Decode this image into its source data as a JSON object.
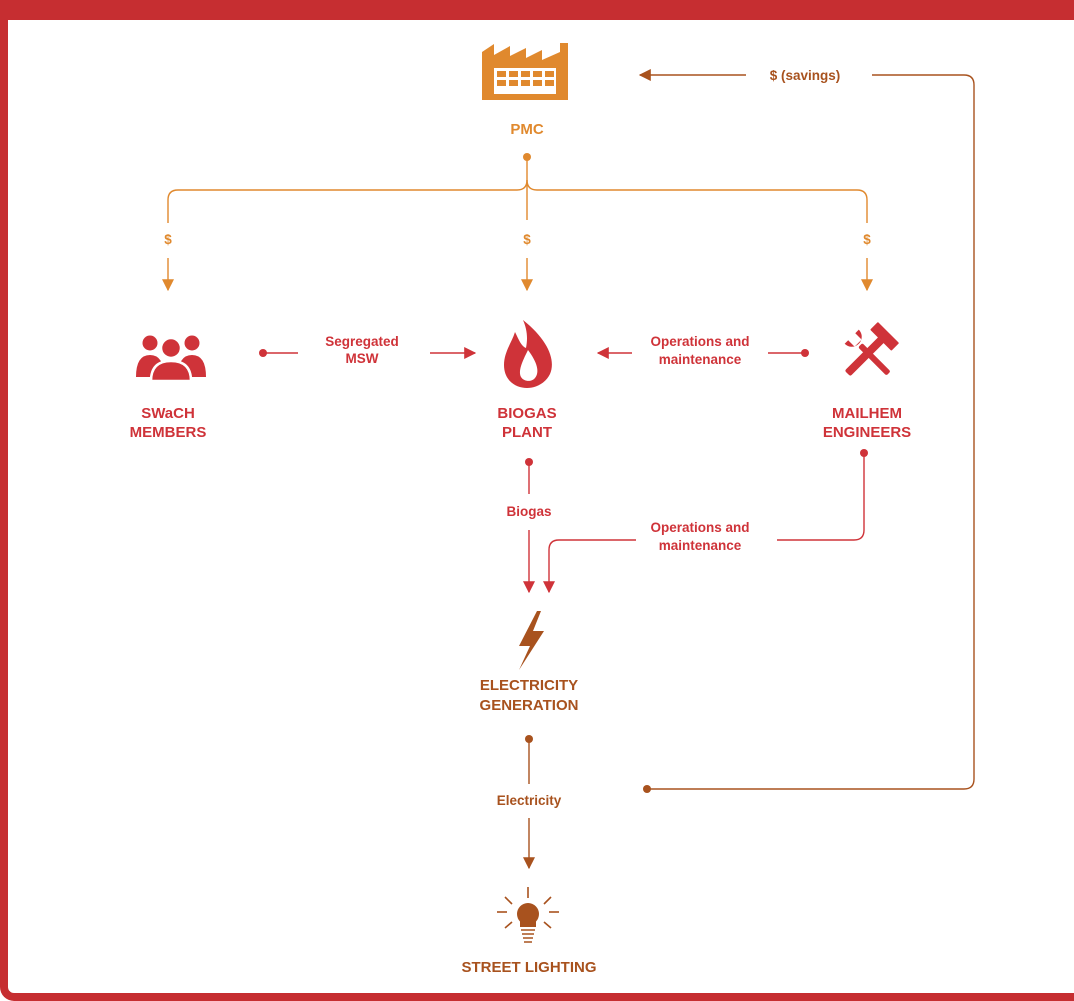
{
  "nodes": {
    "pmc": "PMC",
    "swach_line1": "SWaCH",
    "swach_line2": "MEMBERS",
    "biogas_line1": "BIOGAS",
    "biogas_line2": "PLANT",
    "mailhem_line1": "MAILHEM",
    "mailhem_line2": "ENGINEERS",
    "electricity_line1": "ELECTRICITY",
    "electricity_line2": "GENERATION",
    "street": "STREET LIGHTING"
  },
  "edges": {
    "savings": "$ (savings)",
    "dollar_left": "$",
    "dollar_mid": "$",
    "dollar_right": "$",
    "msw_line1": "Segregated",
    "msw_line2": "MSW",
    "om_top_line1": "Operations and",
    "om_top_line2": "maintenance",
    "biogas": "Biogas",
    "om_bottom_line1": "Operations and",
    "om_bottom_line2": "maintenance",
    "electricity": "Electricity"
  },
  "colors": {
    "frame": "#c62e31",
    "orange": "#e0892e",
    "red": "#cf3339",
    "brown": "#a8521e"
  },
  "icons": {
    "pmc": "factory-icon",
    "swach": "people-group-icon",
    "biogas": "flame-icon",
    "mailhem": "tools-icon",
    "electricity": "lightning-bolt-icon",
    "street": "light-bulb-icon"
  }
}
